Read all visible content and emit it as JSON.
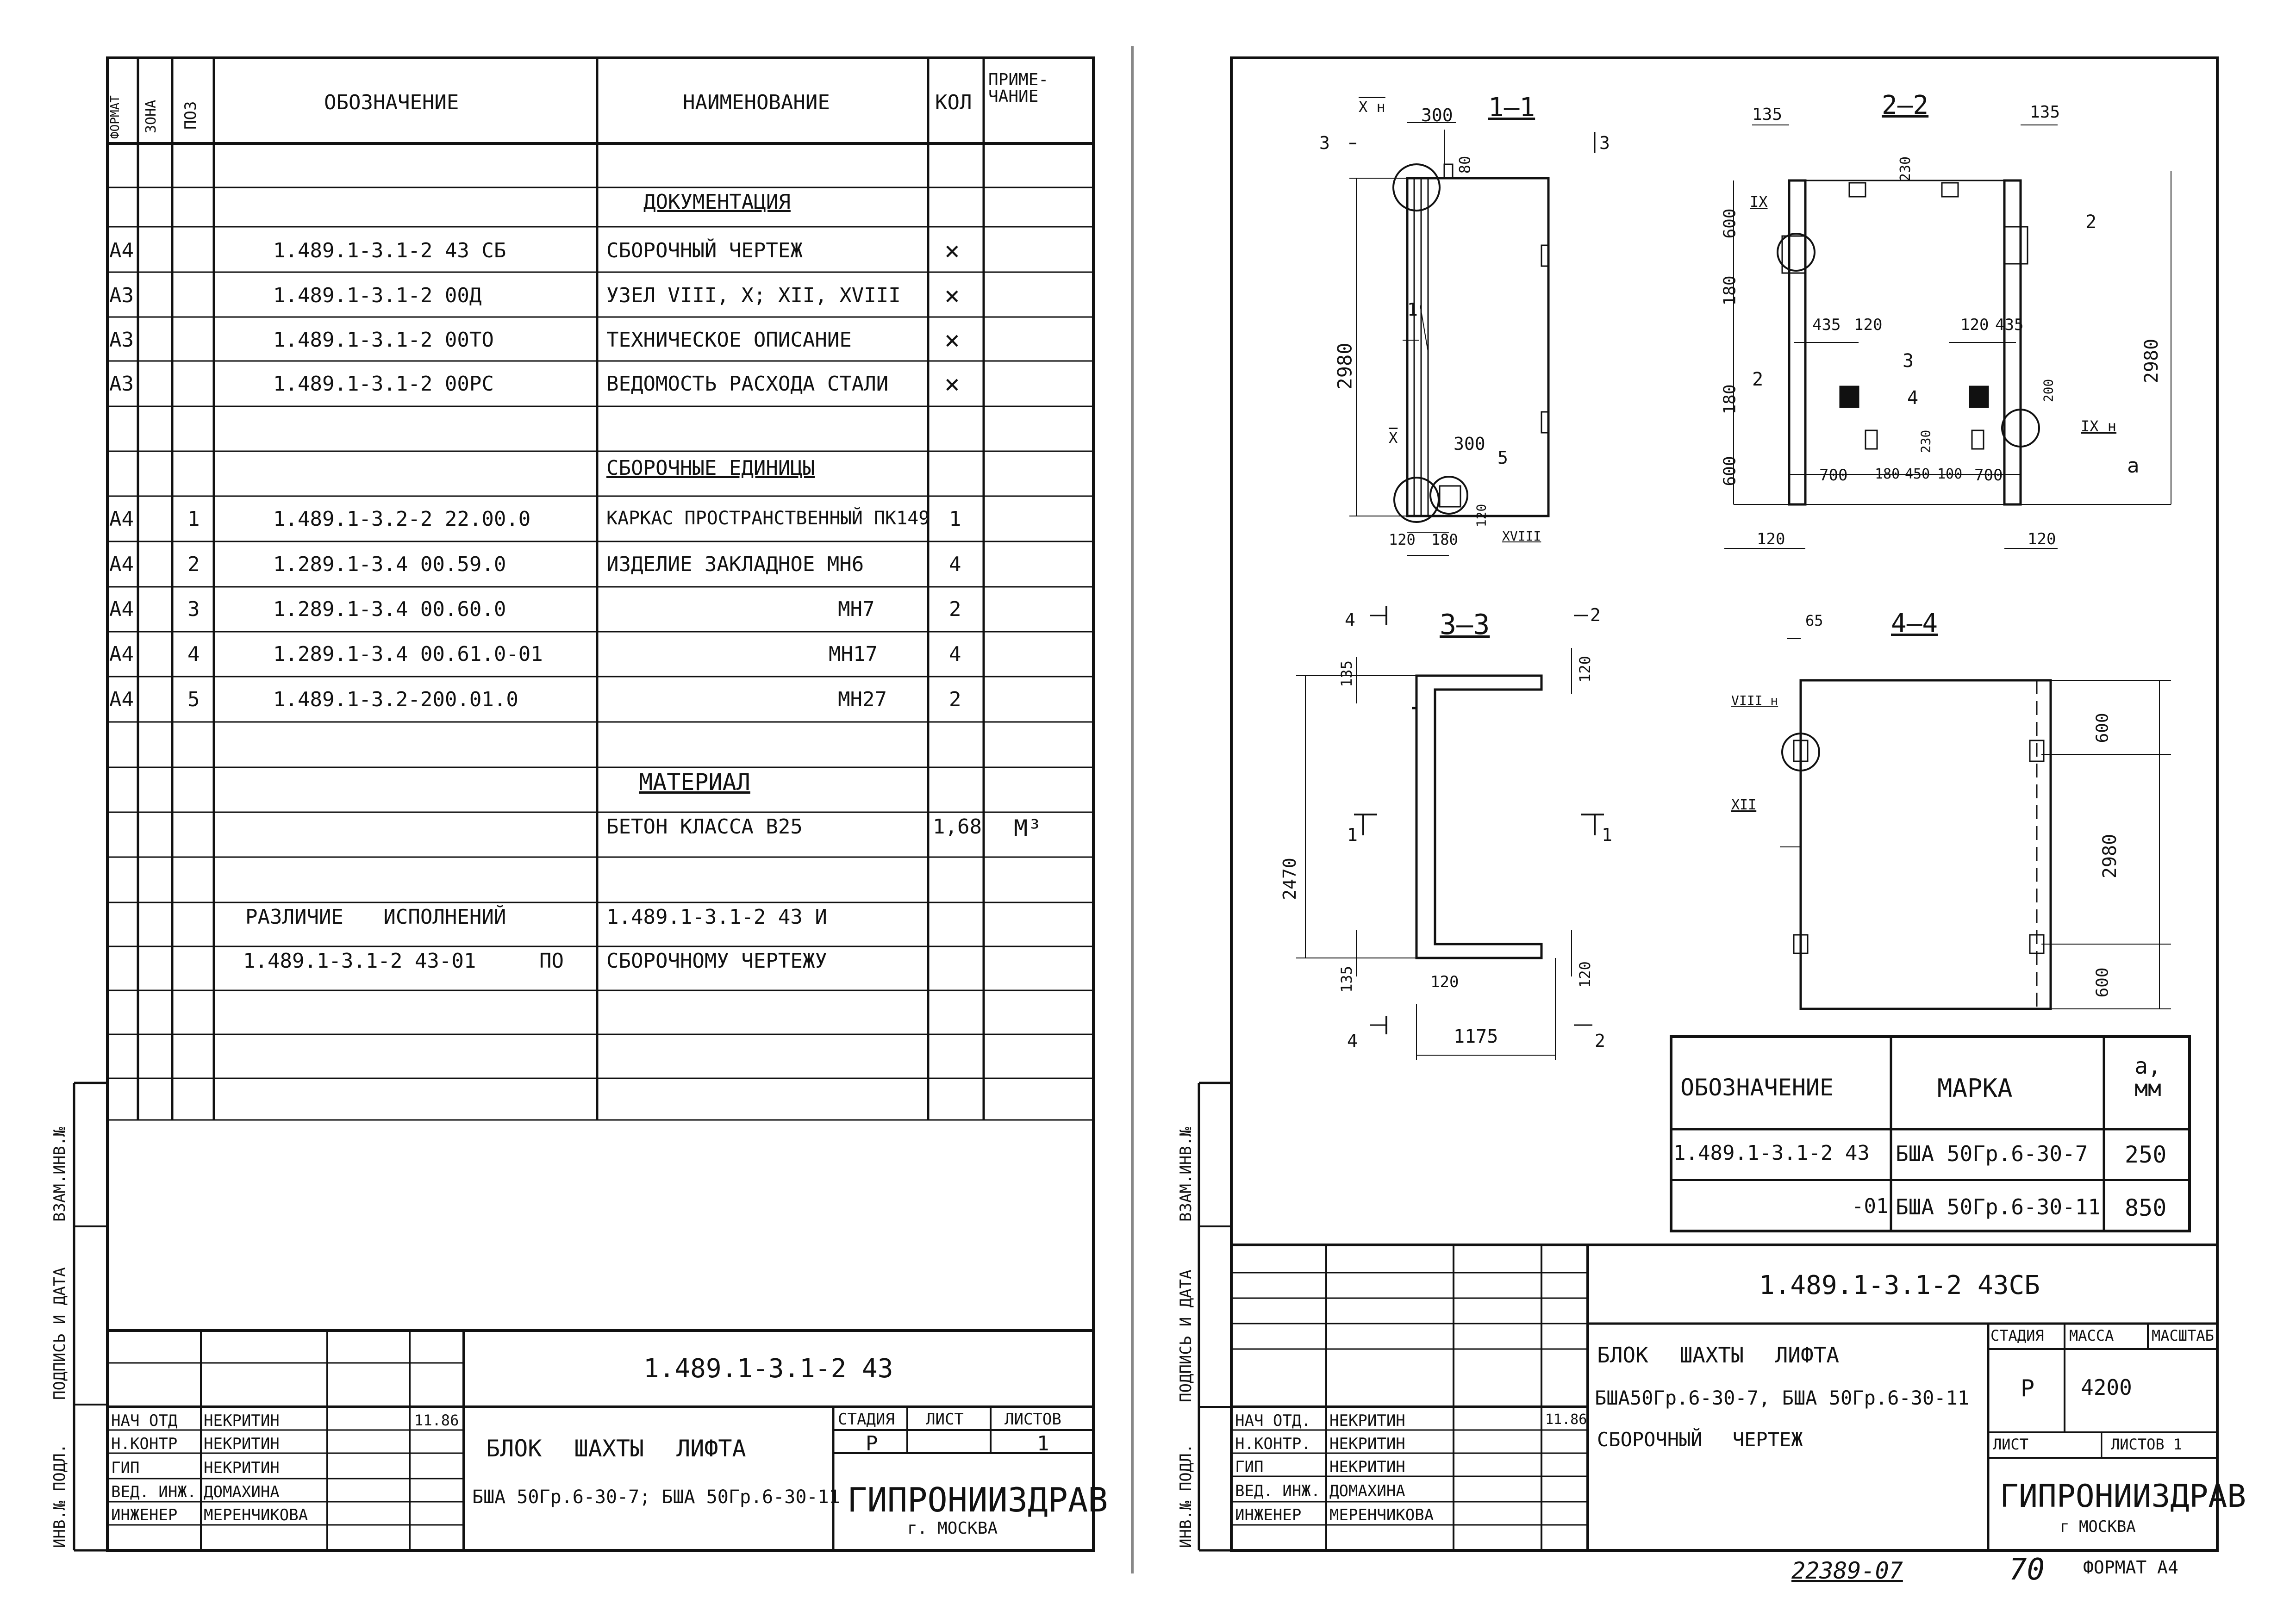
{
  "spec": {
    "headers": {
      "format": "ФОРМАТ",
      "zone": "ЗОНА",
      "pos": "ПОЗ",
      "designation": "ОБОЗНАЧЕНИЕ",
      "name": "НАИМЕНОВАНИЕ",
      "qty": "КОЛ",
      "note": "ПРИМЕ-ЧАНИЕ"
    },
    "sections": {
      "docs": "ДОКУМЕНТАЦИЯ",
      "units": "СБОРОЧНЫЕ ЕДИНИЦЫ",
      "material": "МАТЕРИАЛ"
    },
    "docs": [
      {
        "format": "А4",
        "designation": "1.489.1-3.1-2 43 СБ",
        "name": "СБОРОЧНЫЙ ЧЕРТЕЖ",
        "qty": "×"
      },
      {
        "format": "А3",
        "designation": "1.489.1-3.1-2 00Д",
        "name": "УЗЕЛ VIII, X; XII, XVIII",
        "qty": "×"
      },
      {
        "format": "А3",
        "designation": "1.489.1-3.1-2 00ТО",
        "name": "ТЕХНИЧЕСКОЕ ОПИСАНИЕ",
        "qty": "×"
      },
      {
        "format": "А3",
        "designation": "1.489.1-3.1-2 00РС",
        "name": "ВЕДОМОСТЬ РАСХОДА СТАЛИ",
        "qty": "×"
      }
    ],
    "units": [
      {
        "format": "А4",
        "pos": "1",
        "designation": "1.489.1-3.2-2 22.00.0",
        "name": "КАРКАС ПРОСТРАНСТВЕННЫЙ ПК149",
        "qty": "1"
      },
      {
        "format": "А4",
        "pos": "2",
        "designation": "1.289.1-3.4 00.59.0",
        "name": "ИЗДЕЛИЕ ЗАКЛАДНОЕ МН6",
        "qty": "4"
      },
      {
        "format": "А4",
        "pos": "3",
        "designation": "1.289.1-3.4 00.60.0",
        "name": "МН7",
        "qty": "2"
      },
      {
        "format": "А4",
        "pos": "4",
        "designation": "1.289.1-3.4 00.61.0-01",
        "name": "МН17",
        "qty": "4"
      },
      {
        "format": "А4",
        "pos": "5",
        "designation": "1.489.1-3.2-200.01.0",
        "name": "МН27",
        "qty": "2"
      }
    ],
    "material": {
      "name": "БЕТОН КЛАССА В25",
      "qty": "1,68",
      "unit": "М³"
    },
    "variants": {
      "l1": "РАЗЛИЧИЕ ИСПОЛНЕНИЙ",
      "l2": "1.489.1-3.1-2 43-01",
      "l3": "ПО",
      "r1": "1.489.1-3.1-2 43 И",
      "r2": "СБОРОЧНОМУ ЧЕРТЕЖУ"
    }
  },
  "side_labels": {
    "inv": "ИНВ.№ ПОДЛ.",
    "sign": "ПОДПИСЬ И ДАТА",
    "vzam": "ВЗАМ.ИНВ.№"
  },
  "left_stamp": {
    "code": "1.489.1-3.1-2 43",
    "title1": "БЛОК ШАХТЫ ЛИФТА",
    "title2": "БША 50Гр.6-30-7; БША 50Гр.6-30-11",
    "stage_h": "СТАДИЯ",
    "sheet_h": "ЛИСТ",
    "sheets_h": "ЛИСТОВ",
    "stage": "Р",
    "sheets": "1",
    "org": "ГИПРОНИИЗДРАВ",
    "city": "г. МОСКВА",
    "people": [
      {
        "role": "НАЧ ОТД",
        "name": "НЕКРИТИН",
        "date": "11.86"
      },
      {
        "role": "Н.КОНТР",
        "name": "НЕКРИТИН"
      },
      {
        "role": "ГИП",
        "name": "НЕКРИТИН"
      },
      {
        "role": "ВЕД. ИНЖ.",
        "name": "ДОМАХИНА"
      },
      {
        "role": "ИНЖЕНЕР",
        "name": "МЕРЕНЧИКОВА"
      }
    ]
  },
  "right_stamp": {
    "code": "1.489.1-3.1-2 43СБ",
    "title1": "БЛОК ШАХТЫ ЛИФТА",
    "title2": "БША50Гр.6-30-7, БША 50Гр.6-30-11",
    "title3": "СБОРОЧНЫЙ ЧЕРТЕЖ",
    "stage_h": "СТАДИЯ",
    "mass_h": "МАССА",
    "scale_h": "МАСШТАБ",
    "stage": "Р",
    "mass": "4200",
    "sheet_h": "ЛИСТ",
    "sheets": "ЛИСТОВ 1",
    "org": "ГИПРОНИИЗДРАВ",
    "city": "г МОСКВА",
    "people": [
      {
        "role": "НАЧ ОТД.",
        "name": "НЕКРИТИН",
        "date": "11.86"
      },
      {
        "role": "Н.КОНТР.",
        "name": "НЕКРИТИН"
      },
      {
        "role": "ГИП",
        "name": "НЕКРИТИН"
      },
      {
        "role": "ВЕД. ИНЖ.",
        "name": "ДОМАХИНА"
      },
      {
        "role": "ИНЖЕНЕР",
        "name": "МЕРЕНЧИКОВА"
      }
    ]
  },
  "marks": {
    "h1": "ОБОЗНАЧЕНИЕ",
    "h2": "МАРКА",
    "h3": "а, мм",
    "rows": [
      {
        "des": "1.489.1-3.1-2 43",
        "mark": "БША 50Гр.6-30-7",
        "a": "250"
      },
      {
        "des": "-01",
        "mark": "БША 50Гр.6-30-11",
        "a": "850"
      }
    ]
  },
  "drawing": {
    "sec11": "1—1",
    "sec22": "2—2",
    "sec33": "3—3",
    "sec44": "4—4",
    "d300": "300",
    "d80": "80",
    "d2980": "2980",
    "d120": "120",
    "d180": "180",
    "d135": "135",
    "d230": "230",
    "d600": "600",
    "d435": "435",
    "d700": "700",
    "d450": "450",
    "d100": "100",
    "d200": "200",
    "d2470": "2470",
    "d1175": "1175",
    "d65": "65",
    "p1": "1",
    "p2": "2",
    "p3": "3",
    "p4": "4",
    "p5": "5",
    "pa": "а",
    "n3": "3",
    "n4": "4",
    "n2": "2",
    "n1": "1",
    "rX": "X",
    "rXn": "X н",
    "rIX": "IX",
    "rIXn": "IX н",
    "rVIIIn": "VIII н",
    "rXII": "XII",
    "rXVIII": "XVIII"
  },
  "footer": {
    "num": "22389-07",
    "page": "70",
    "format": "ФОРМАТ А4"
  }
}
